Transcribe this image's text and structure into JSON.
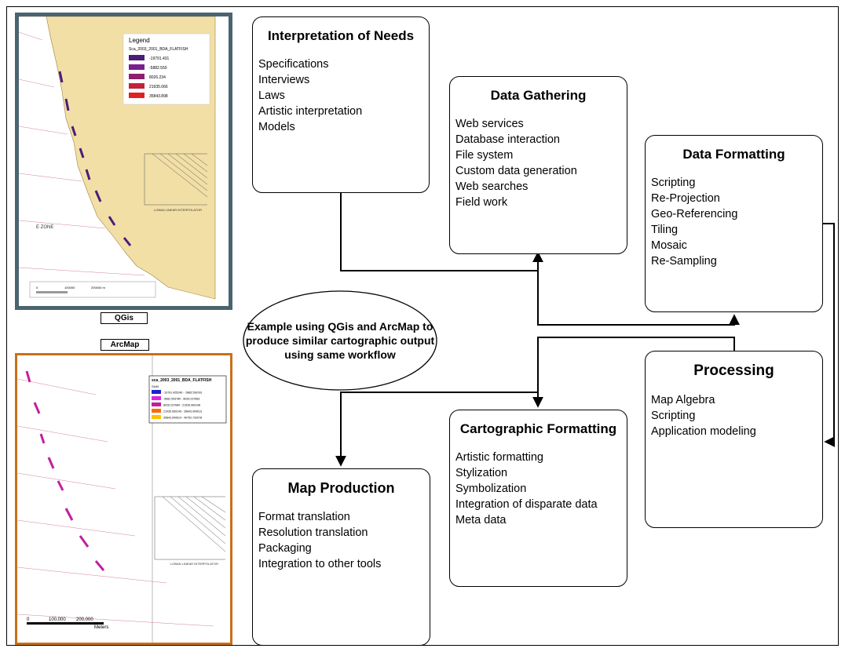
{
  "ellipse_text": [
    "Example using QGis and ArcMap to",
    "produce similar cartographic output",
    "using same workflow"
  ],
  "map_labels": {
    "qgis": "QGis",
    "arcmap": "ArcMap"
  },
  "qgis_legend": {
    "title": "Legend",
    "layer": "Sca_2003_2001_BDA_FLATFISH",
    "entries": [
      "-19791.431",
      "-5882.550",
      "8026.234",
      "21935.066",
      "35843.898"
    ],
    "colors": [
      "#4b1c7a",
      "#7a1f8e",
      "#8c1f6e",
      "#c4203c",
      "#e02020"
    ],
    "chart_text": "LOBAN LINEAR INTERPOLATOR",
    "zone_text": "E ZONE",
    "scale": [
      "0",
      "100000",
      "200000 m"
    ]
  },
  "arcmap_legend": {
    "layer": "sca_2003_2001_BDA_FLATFISH",
    "field": "SUM",
    "entries": [
      "-19791.425246 - -5882.593781",
      "-5882.593780 - 8026.237683",
      "8026.237684 - 21935.069148",
      "21935.069149 - 35843.900613",
      "35843.900614 - 49752.732078"
    ],
    "colors": [
      "#1f1fd0",
      "#e020e0",
      "#c0209a",
      "#ff6a00",
      "#ffc000"
    ],
    "chart_text": "LOBAN LINEAR INTERPOLATOR",
    "scale": [
      "0",
      "100,000",
      "200,000",
      "Meters"
    ]
  },
  "boxes": {
    "needs": {
      "title": "Interpretation of Needs",
      "items": [
        "Specifications",
        "Interviews",
        "Laws",
        "Artistic interpretation",
        "Models"
      ]
    },
    "gathering": {
      "title": "Data Gathering",
      "items": [
        "Web services",
        "Database interaction",
        "File system",
        "Custom data generation",
        "Web searches",
        "Field work"
      ]
    },
    "formatting": {
      "title": "Data Formatting",
      "items": [
        "Scripting",
        "Re-Projection",
        "Geo-Referencing",
        "Tiling",
        "Mosaic",
        "Re-Sampling"
      ]
    },
    "processing": {
      "title": "Processing",
      "items": [
        "Map Algebra",
        "Scripting",
        "Application modeling"
      ]
    },
    "cartographic": {
      "title": "Cartographic Formatting",
      "items": [
        "Artistic formatting",
        "Stylization",
        "Symbolization",
        "Integration of disparate data",
        "Meta data"
      ]
    },
    "production": {
      "title": "Map Production",
      "items": [
        "Format translation",
        "Resolution translation",
        "Packaging",
        "Integration to other tools"
      ]
    }
  },
  "colors": {
    "qgis_border": "#4a6470",
    "arcmap_border": "#c8701a",
    "map_land": "#f2dfa6",
    "map_sea": "#ffffff"
  }
}
